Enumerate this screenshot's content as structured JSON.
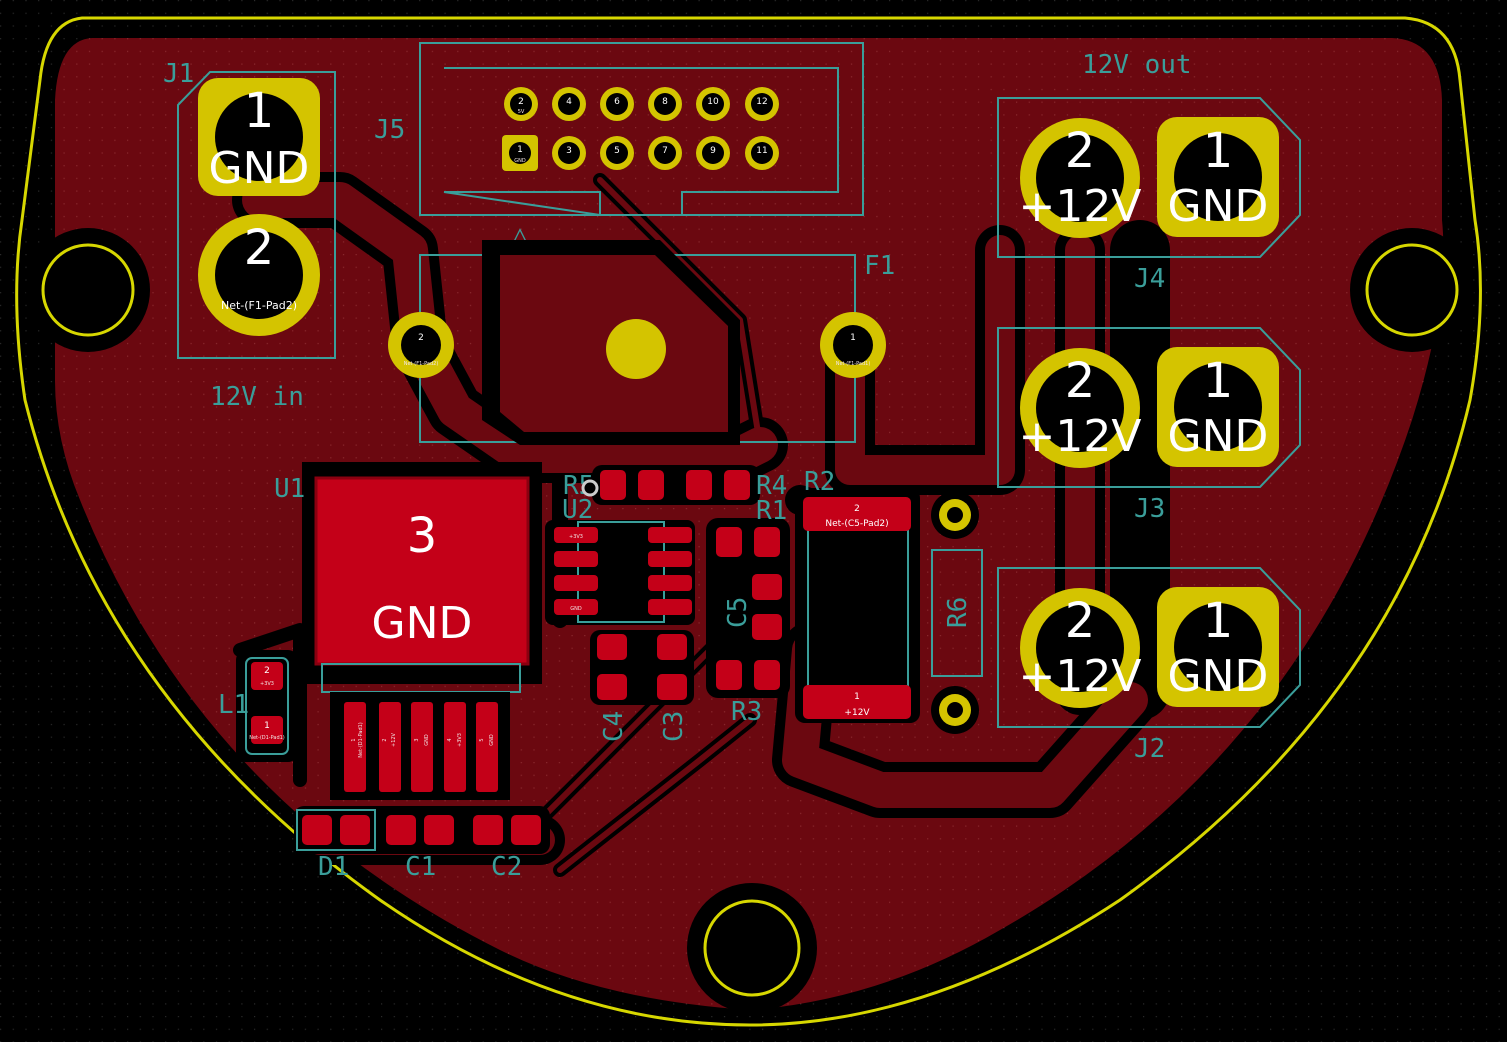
{
  "colors": {
    "background": "#000000",
    "copper_fill": "#6b0810",
    "smd_pad": "#c40018",
    "through_hole": "#d4c400",
    "silkscreen": "#3a9e9a",
    "edge_cuts": "#d7d700",
    "pad_text": "#ffffff"
  },
  "labels": {
    "j1": "J1",
    "j2": "J2",
    "j3": "J3",
    "j4": "J4",
    "j5": "J5",
    "f1": "F1",
    "u1": "U1",
    "u2": "U2",
    "r1": "R1",
    "r2": "R2",
    "r3": "R3",
    "r4": "R4",
    "r5": "R5",
    "r6": "R6",
    "c1": "C1",
    "c2": "C2",
    "c3": "C3",
    "c4": "C4",
    "c5": "C5",
    "d1": "D1",
    "l1": "L1",
    "in_label": "12V in",
    "out_label": "12V out"
  },
  "j1": {
    "pad1_num": "1",
    "pad1_net": "GND",
    "pad2_num": "2",
    "pad2_net": "Net-(F1-Pad2)"
  },
  "out_connectors": {
    "pad_plus_num": "2",
    "pad_plus_net": "+12V",
    "pad_gnd_num": "1",
    "pad_gnd_net": "GND"
  },
  "f1": {
    "pad2_num": "2",
    "pad1_num": "1",
    "pad2_net": "Net-(F1-Pad2)",
    "pad1_net": "Net-(F1-Pad1)"
  },
  "u1": {
    "tab_num": "3",
    "tab_net": "GND",
    "pins": [
      {
        "num": "1",
        "net": "Net-(D1-Pad1)"
      },
      {
        "num": "2",
        "net": "+12V"
      },
      {
        "num": "3",
        "net": "GND"
      },
      {
        "num": "4",
        "net": "+3V3"
      },
      {
        "num": "5",
        "net": "GND"
      }
    ]
  },
  "r2": {
    "pad2": "2",
    "pad2_net": "Net-(C5-Pad2)",
    "pad1": "1",
    "pad1_net": "+12V"
  },
  "l1": {
    "pad2": "2",
    "pad2_net": "+3V3",
    "pad1": "1",
    "pad1_net": "Net-(D1-Pad1)"
  },
  "j5": {
    "top_row": [
      "2",
      "4",
      "6",
      "8",
      "10",
      "12"
    ],
    "bottom_row": [
      "1",
      "3",
      "5",
      "7",
      "9",
      "11"
    ],
    "top_nets": [
      "5V",
      "",
      "",
      "",
      "",
      ""
    ],
    "bottom_nets": [
      "GND",
      "",
      "",
      "",
      "",
      ""
    ]
  },
  "u2": {
    "pins": [
      "+3V3",
      "",
      "",
      "GND"
    ]
  },
  "marker": "△"
}
